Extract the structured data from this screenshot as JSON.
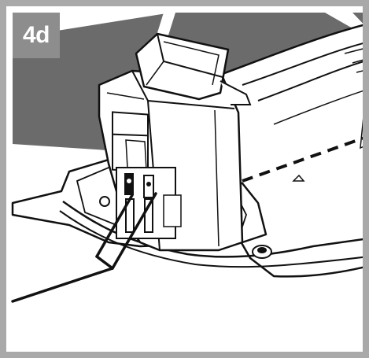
{
  "figure": {
    "step_label": "4d",
    "colors": {
      "frame": "#a9a9a9",
      "badge": "#8d8d8d",
      "floor_band": "#6b6b6b",
      "line_art": "#111111",
      "fill": "#ffffff"
    },
    "icons": [
      "robot-mower-body",
      "charging-station",
      "charging-contacts",
      "guide-wire",
      "pointer-arrow"
    ]
  }
}
